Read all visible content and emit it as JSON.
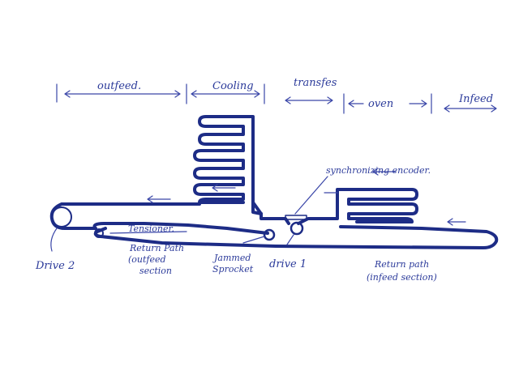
{
  "colors": {
    "ink": "#1d2c86",
    "label": "#2b3a9a",
    "paper": "#ffffff"
  },
  "sections": {
    "outfeed": "outfeed.",
    "cooling": "Cooling",
    "transfer": "transfes",
    "oven": "oven",
    "infeed": "Infeed"
  },
  "labels": {
    "synchronizing_encoder": "synchronizing encoder.",
    "tensioner": "Tensioner.",
    "drive2": "Drive 2",
    "return_outfeed_line1": "Return Path",
    "return_outfeed_line2": "(outfeed",
    "return_outfeed_line3": "section",
    "jammed_line1": "Jammed",
    "jammed_line2": "Sprocket",
    "drive1": "drive 1",
    "return_infeed_line1": "Return path",
    "return_infeed_line2": "(infeed section)"
  }
}
